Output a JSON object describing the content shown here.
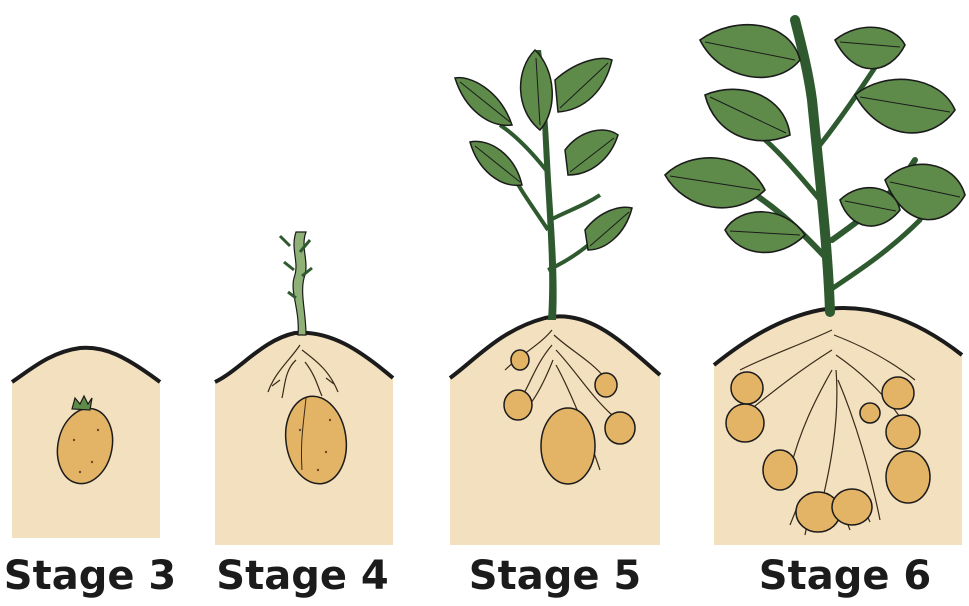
{
  "stages": [
    {
      "label": "Stage 3"
    },
    {
      "label": "Stage 4"
    },
    {
      "label": "Stage 5"
    },
    {
      "label": "Stage 6"
    }
  ],
  "colors": {
    "soil": "#f3e0bf",
    "tuber": "#e4b466",
    "leaf": "#5e8b4a",
    "stem": "#2f5a2f",
    "outline": "#1b1b1b"
  }
}
